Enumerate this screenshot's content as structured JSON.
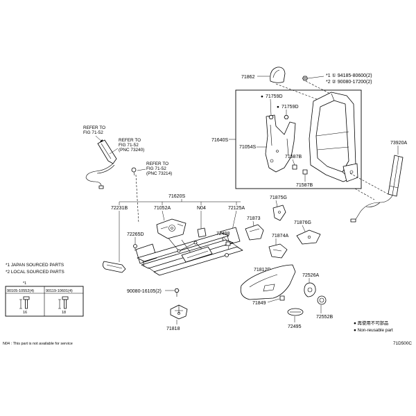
{
  "diagram_code": "71D500C",
  "non_reusable_mark": "●",
  "callouts": {
    "cover_71862": "71862",
    "bolt_japan": "*1 ① 94185-80600(2)",
    "bolt_local": "*2 ② 90080-17200(2)",
    "clip_71759d_a": "71759D",
    "clip_71759d_b": "71759D",
    "frame_71640s": "71640S",
    "bracket_71054s": "71054S",
    "clip_71587b_a": "71587B",
    "clip_71587b_b": "71587B",
    "cable_73920a": "73920A",
    "track_71620s": "71620S",
    "handle_72231b": "72231B",
    "adjuster_71052a": "71052A",
    "n04": "N04",
    "part_72125a": "72125A",
    "bolt_72265d": "72265D",
    "part_72498": "72498",
    "bolt_90080": "90080-16105(2)",
    "bracket_71818": "71818",
    "bracket_71875g": "71875G",
    "bracket_71873": "71873",
    "bracket_71876g": "71876G",
    "bracket_71874a": "71874A",
    "shield_71812d": "71812D",
    "part_71849": "71849",
    "knob_72526a": "72526A",
    "cap_72495": "72495",
    "knob_72552b": "72552B"
  },
  "references": [
    {
      "lines": [
        "REFER TO",
        "FIG 71-52"
      ]
    },
    {
      "lines": [
        "REFER TO",
        "FIG 71-52",
        "(PNC 73240)"
      ]
    },
    {
      "lines": [
        "REFER TO",
        "FIG 71-52",
        "(PNC 73214)"
      ]
    }
  ],
  "legend": {
    "source_notes": [
      "*1  JAPAN SOURCED PARTS",
      "*2  LOCAL SOURCED PARTS"
    ],
    "table_note": "*1",
    "bolt_table": {
      "headers": [
        "90105-10552(4)",
        "90119-10601(4)"
      ],
      "lengths": [
        "16",
        "18"
      ]
    },
    "non_reusable_jp": "● 再使用不可部品",
    "non_reusable_en": "● Non-reusable part",
    "n04_note": "N04 : This part is not available for service"
  }
}
